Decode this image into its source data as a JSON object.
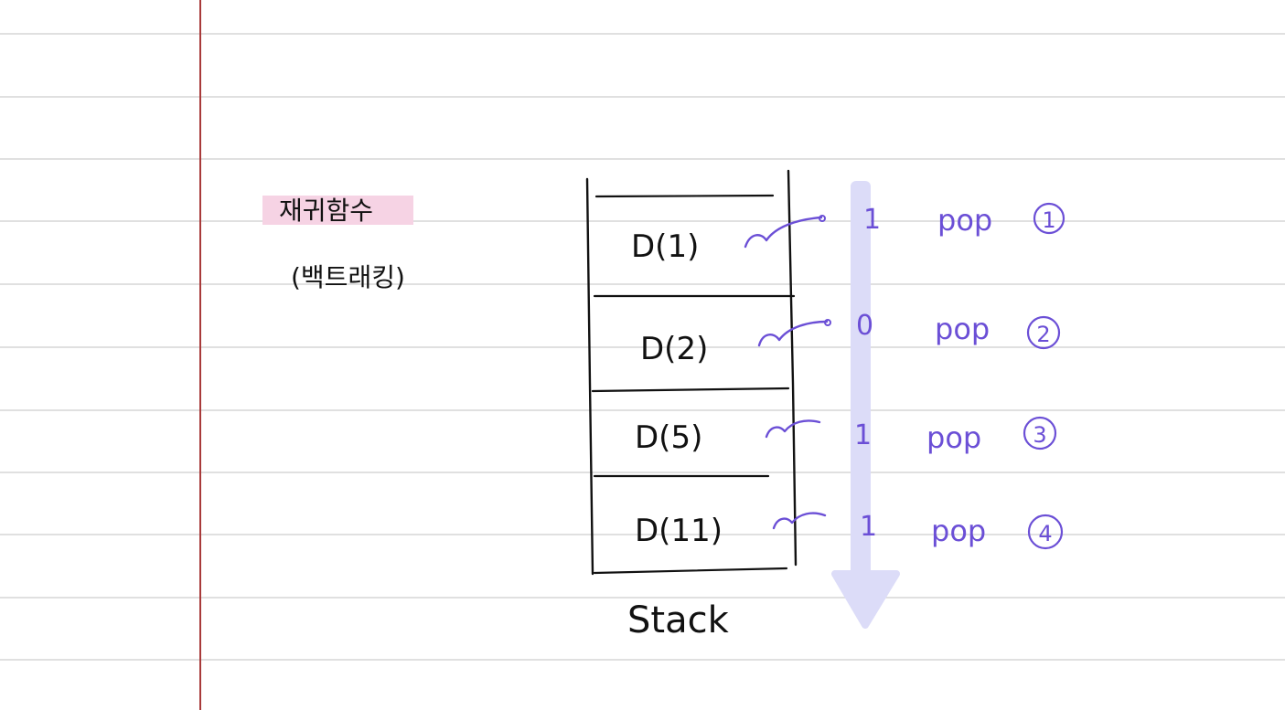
{
  "title": {
    "main": "재귀함수",
    "sub": "(백트래킹)",
    "highlight_color": "#f6d3e4"
  },
  "stack": {
    "label": "Stack",
    "frames": [
      {
        "call": "D(1)",
        "value": "1",
        "action": "pop",
        "order": "1"
      },
      {
        "call": "D(2)",
        "value": "0",
        "action": "pop",
        "order": "2"
      },
      {
        "call": "D(5)",
        "value": "1",
        "action": "pop",
        "order": "3"
      },
      {
        "call": "D(11)",
        "value": "1",
        "action": "pop",
        "order": "4"
      }
    ]
  },
  "colors": {
    "ink": "#111111",
    "annotation": "#6b4fd6",
    "flow_arrow": "#dcdcf8",
    "margin_line": "#a83a3a",
    "ruled_line": "#d6d6d6"
  }
}
